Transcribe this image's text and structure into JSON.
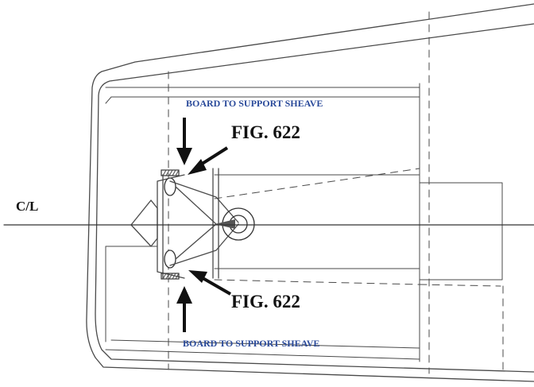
{
  "labels": {
    "board_top": "BOARD TO SUPPORT SHEAVE",
    "board_bottom": "BOARD TO SUPPORT SHEAVE",
    "fig_top": "FIG. 622",
    "fig_bottom": "FIG. 622",
    "centerline": "C/L"
  },
  "colors": {
    "label_blue": "#2a4a9a",
    "line": "#4a4a4a",
    "arrow": "#111111"
  }
}
